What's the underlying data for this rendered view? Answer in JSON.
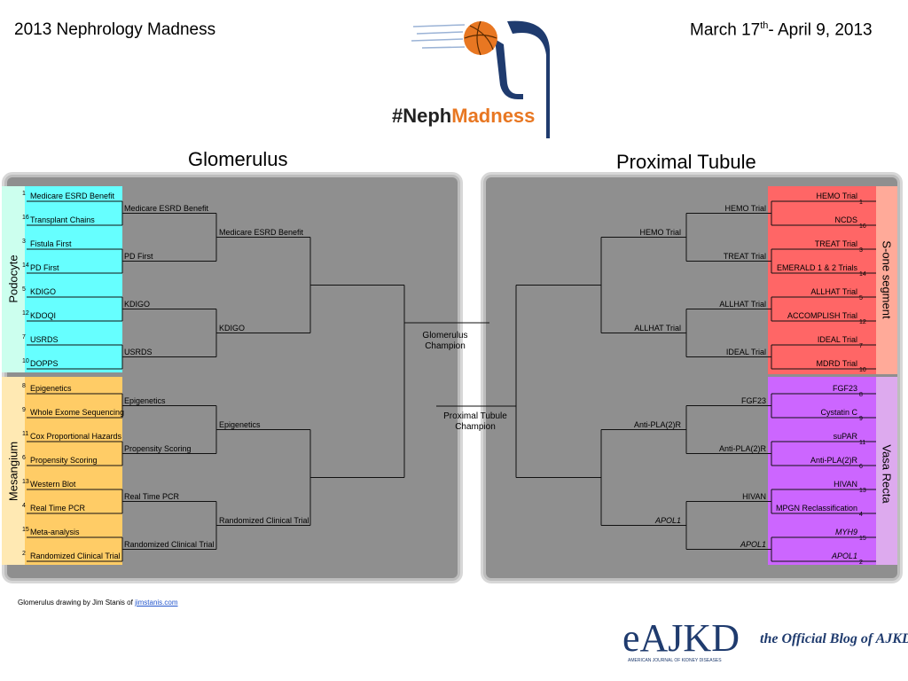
{
  "header": {
    "title": "2013 Nephrology Madness",
    "date_prefix": "March 17",
    "date_sup": "th",
    "date_suffix": "- April 9, 2013"
  },
  "logo": {
    "hash": "#Neph",
    "madness": "Madness"
  },
  "regions": {
    "left_title": "Glomerulus",
    "right_title": "Proximal Tubule"
  },
  "groups": {
    "podocyte": "Podocyte",
    "mesangium": "Mesangium",
    "s_one": "S-one segment",
    "vasa_recta": "Vasa Recta"
  },
  "left_entries": [
    {
      "seed": "1",
      "name": "Medicare ESRD Benefit"
    },
    {
      "seed": "16",
      "name": "Transplant Chains"
    },
    {
      "seed": "3",
      "name": "Fistula First"
    },
    {
      "seed": "14",
      "name": "PD First"
    },
    {
      "seed": "5",
      "name": "KDIGO"
    },
    {
      "seed": "12",
      "name": "KDOQI"
    },
    {
      "seed": "7",
      "name": "USRDS"
    },
    {
      "seed": "10",
      "name": "DOPPS"
    },
    {
      "seed": "8",
      "name": "Epigenetics"
    },
    {
      "seed": "9",
      "name": "Whole Exome Sequencing"
    },
    {
      "seed": "11",
      "name": "Cox Proportional Hazards"
    },
    {
      "seed": "6",
      "name": "Propensity Scoring"
    },
    {
      "seed": "13",
      "name": "Western Blot"
    },
    {
      "seed": "4",
      "name": "Real Time PCR"
    },
    {
      "seed": "15",
      "name": "Meta-analysis"
    },
    {
      "seed": "2",
      "name": "Randomized Clinical Trial"
    }
  ],
  "left_round2": [
    "Medicare ESRD Benefit",
    "PD First",
    "KDIGO",
    "USRDS",
    "Epigenetics",
    "Propensity Scoring",
    "Real Time PCR",
    "Randomized Clinical Trial"
  ],
  "left_round3": [
    "Medicare ESRD Benefit",
    "KDIGO",
    "Epigenetics",
    "Randomized Clinical Trial"
  ],
  "right_entries": [
    {
      "seed": "1",
      "name": "HEMO Trial"
    },
    {
      "seed": "16",
      "name": "NCDS"
    },
    {
      "seed": "3",
      "name": "TREAT Trial"
    },
    {
      "seed": "14",
      "name": "EMERALD 1 & 2 Trials"
    },
    {
      "seed": "5",
      "name": "ALLHAT Trial"
    },
    {
      "seed": "12",
      "name": "ACCOMPLISH Trial"
    },
    {
      "seed": "7",
      "name": "IDEAL Trial"
    },
    {
      "seed": "10",
      "name": "MDRD Trial"
    },
    {
      "seed": "8",
      "name": "FGF23"
    },
    {
      "seed": "9",
      "name": "Cystatin C"
    },
    {
      "seed": "11",
      "name": "suPAR"
    },
    {
      "seed": "6",
      "name": "Anti-PLA(2)R"
    },
    {
      "seed": "13",
      "name": "HIVAN"
    },
    {
      "seed": "4",
      "name": "MPGN Reclassification"
    },
    {
      "seed": "15",
      "name": "MYH9"
    },
    {
      "seed": "2",
      "name": "APOL1"
    }
  ],
  "right_round2": [
    "HEMO Trial",
    "TREAT Trial",
    "ALLHAT Trial",
    "IDEAL Trial",
    "FGF23",
    "Anti-PLA(2)R",
    "HIVAN",
    "APOL1"
  ],
  "right_round3": [
    "HEMO Trial",
    "ALLHAT Trial",
    "Anti-PLA(2)R",
    "APOL1"
  ],
  "champions": {
    "glomerulus": "Glomerulus Champion",
    "proximal": "Proximal Tubule Champion"
  },
  "footer": {
    "credit_prefix": "Glomerulus drawing by Jim Stanis of ",
    "credit_link": "jimstanis.com",
    "eajkd": "eAJKD",
    "eajkd_sub": "AMERICAN JOURNAL OF KIDNEY DISEASES",
    "blog": "the Official Blog of AJKD"
  },
  "colors": {
    "podocyte": "#66ffff",
    "podocyte_side": "#ccffee",
    "mesangium": "#ffcc66",
    "mesangium_side": "#ffe9b3",
    "s_one": "#ff6666",
    "s_one_side": "#ffaa99",
    "vasa_recta": "#cc66ff",
    "vasa_recta_side": "#ddaaee",
    "orange": "#e87722",
    "navy": "#1f3b6e"
  }
}
